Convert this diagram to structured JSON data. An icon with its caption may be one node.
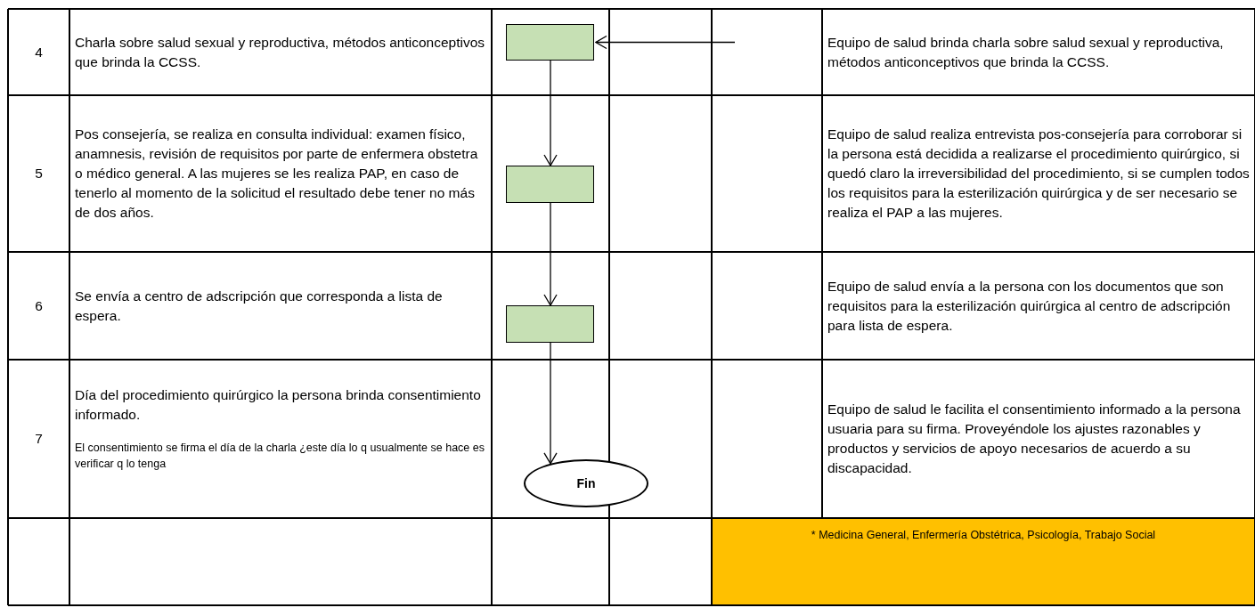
{
  "diagram": {
    "nodes": [
      {
        "text": [],
        "shape": "box"
      },
      {
        "text": [],
        "shape": "box"
      },
      {
        "text": [],
        "shape": "box"
      },
      {
        "text": [
          "Fin"
        ]
      }
    ],
    "edges": [
      {
        "from": null,
        "to": 0,
        "arrow": "to"
      },
      {
        "from": 0,
        "to": 1,
        "arrow": "to"
      },
      {
        "from": 1,
        "to": 2,
        "arrow": "to"
      },
      {
        "from": 2,
        "to": 3,
        "arrow": "to"
      }
    ],
    "labels": [
      "4",
      "Charla sobre salud sexual y reproductiva, métodos anticonceptivos que brinda la CCSS.",
      "Equipo de salud brinda charla sobre salud sexual y reproductiva, métodos anticonceptivos que brinda la CCSS.",
      "5",
      "Pos consejería, se realiza en consulta individual: examen físico, anamnesis, revisión de requisitos por parte de enfermera obstetra o médico general. A las mujeres se les realiza PAP, en caso de tenerlo al momento de la solicitud el resultado debe tener no más de dos años.",
      "Equipo de salud realiza entrevista pos-consejería para corroborar si la persona está decidida a realizarse el procedimiento quirúrgico, si quedó claro la irreversibilidad del procedimiento, si se cumplen todos los requisitos para la esterilización quirúrgica y de ser necesario se realiza el PAP a las mujeres.",
      "6",
      "Se envía a centro de adscripción que corresponda a lista de espera.",
      "Equipo de salud envía a la persona con los documentos que son requisitos para la esterilización quirúrgica al centro de adscripción para lista de espera.",
      "7",
      "Día del procedimiento quirúrgico la persona brinda consentimiento informado.",
      "El consentimiento se firma el día de la charla ¿este día lo q usualmente se hace es verificar q lo tenga",
      "Equipo de salud le facilita el consentimiento informado a la persona usuaria para su firma. Proveyéndole los ajustes razonables y productos y servicios de apoyo necesarios de acuerdo a su discapacidad.",
      "* Medicina General, Enfermería Obstétrica, Psicología, Trabajo Social"
    ]
  }
}
